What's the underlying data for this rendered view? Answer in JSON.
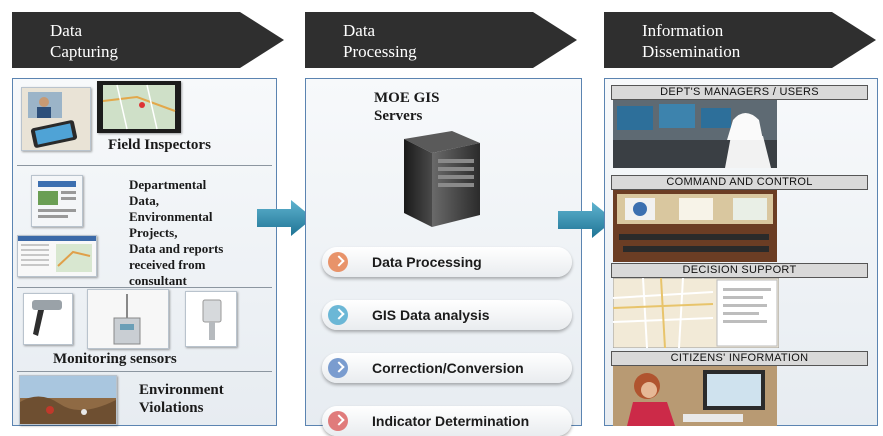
{
  "headers": [
    {
      "text": "Data\nCapturing"
    },
    {
      "text": "Data\nProcessing"
    },
    {
      "text": "Information\nDissemination"
    }
  ],
  "capturing": {
    "field_inspectors": "Field Inspectors",
    "departmental": "Departmental\nData,\nEnvironmental\nProjects,\nData and reports\nreceived from\nconsultant",
    "monitoring": "Monitoring sensors",
    "violations": "Environment\nViolations"
  },
  "processing": {
    "servers": "MOE GIS\nServers",
    "steps": [
      {
        "label": "Data Processing",
        "color": "#e8936a"
      },
      {
        "label": "GIS Data analysis",
        "color": "#6bb7d6"
      },
      {
        "label": "Correction/Conversion",
        "color": "#7a9ccf"
      },
      {
        "label": "Indicator Determination",
        "color": "#e07b7b"
      }
    ]
  },
  "dissemination": {
    "labels": [
      "DEPT'S MANAGERS / USERS",
      "COMMAND AND CONTROL",
      "DECISION SUPPORT",
      "CITIZENS' INFORMATION"
    ]
  },
  "colors": {
    "header": "#2f2f2f",
    "border": "#5b84b1",
    "arrow": "#2f8aa5"
  }
}
